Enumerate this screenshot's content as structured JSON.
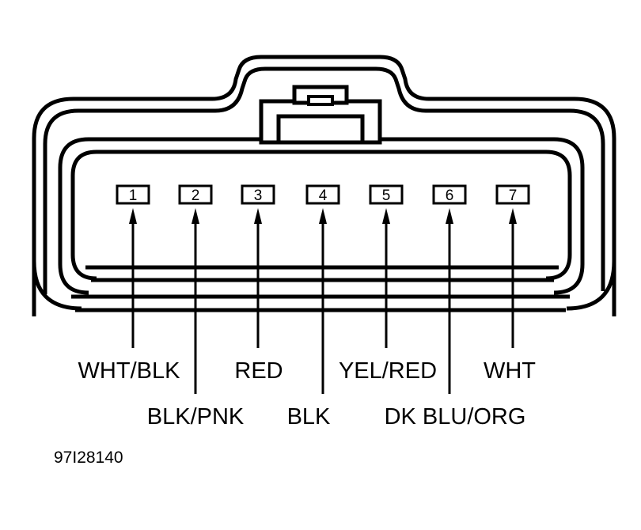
{
  "figure_id": "97I28140",
  "colors": {
    "ink": "#000000",
    "paper": "#ffffff"
  },
  "pins": [
    {
      "number": "1",
      "wire": "WHT/BLK"
    },
    {
      "number": "2",
      "wire": "BLK/PNK"
    },
    {
      "number": "3",
      "wire": "RED"
    },
    {
      "number": "4",
      "wire": "BLK"
    },
    {
      "number": "5",
      "wire": "YEL/RED"
    },
    {
      "number": "6",
      "wire": "DK BLU/ORG"
    },
    {
      "number": "7",
      "wire": "WHT"
    }
  ]
}
